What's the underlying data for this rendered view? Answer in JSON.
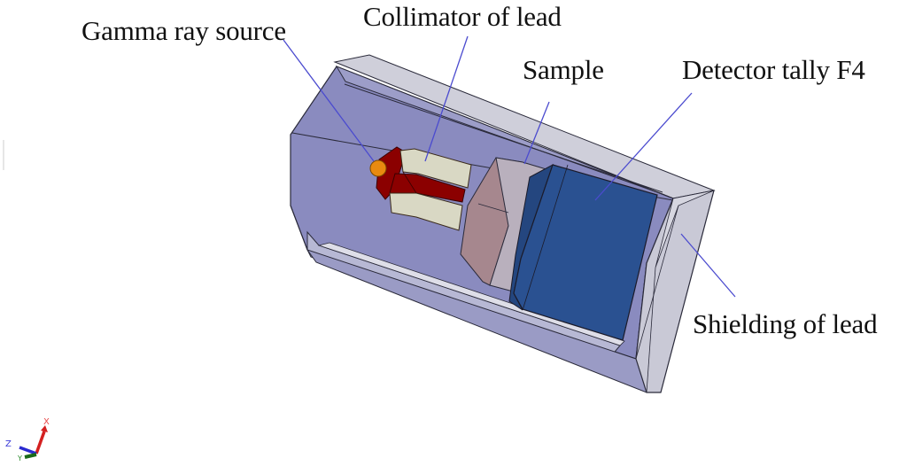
{
  "figure": {
    "title": "MCNP simulation geometry of gamma-ray measurement setup",
    "labels": {
      "gamma_source": "Gamma ray source",
      "collimator": "Collimator of lead",
      "sample": "Sample",
      "detector": "Detector tally F4",
      "shielding": "Shielding of lead"
    },
    "axis_triad": {
      "x": "X",
      "y": "Y",
      "z": "Z"
    }
  },
  "colors": {
    "shield_face": "#8b8cc0",
    "shield_light": "#c9c9d6",
    "detector": "#2a5191",
    "detector_dark": "#1f3f77",
    "sample": "#a8888f",
    "collimator_light": "#d9d8c4",
    "collimator_red": "#8b0000",
    "source": "#e88a10",
    "leader_line": "#4b4bcf",
    "edge": "#2a2a3a"
  }
}
